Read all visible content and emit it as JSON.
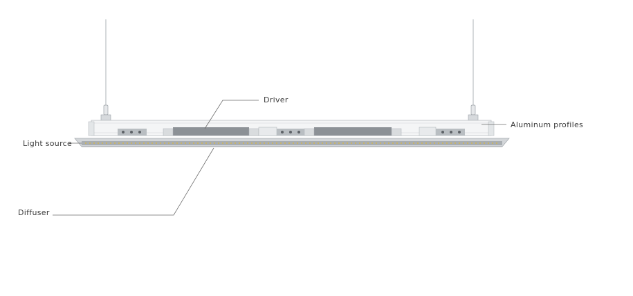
{
  "labels": {
    "driver": "Driver",
    "aluminum_profiles": "Aluminum profiles",
    "light_source": "Light source",
    "diffuser": "Diffuser"
  },
  "colors": {
    "background": "#ffffff",
    "leader_line": "#6b6b6b",
    "housing_outline": "#b7bcc1",
    "driver_body": "#8c9196",
    "diffuser": "#a9aeb2",
    "led_dots": "#c8b36a"
  }
}
